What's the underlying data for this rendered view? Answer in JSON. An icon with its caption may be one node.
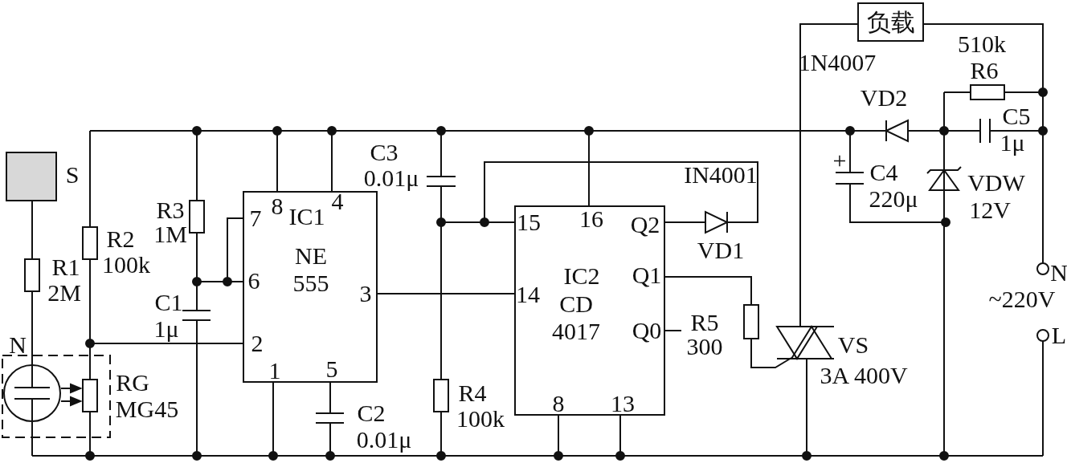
{
  "diagram": {
    "nodes": [
      {
        "text": [
          "负载"
        ]
      },
      {
        "text": [
          "IC1",
          "NE 555"
        ]
      },
      {
        "text": [
          "IC2",
          "CD 4017"
        ]
      }
    ],
    "edges": [
      {
        "from": 1,
        "to": 2,
        "arrow": "none"
      },
      {
        "from": 1,
        "to": 2,
        "arrow": "none"
      },
      {
        "from": 1,
        "to": 2,
        "arrow": "none"
      }
    ],
    "labels": [
      "S",
      "R1",
      "2M",
      "R2",
      "100k",
      "N",
      "RG",
      "MG45",
      "R3",
      "1M",
      "C1",
      "1μ",
      "7",
      "8",
      "4",
      "6",
      "3",
      "2",
      "1",
      "5",
      "C2",
      "0.01μ",
      "C3",
      "0.01μ",
      "R4",
      "100k",
      "15",
      "16",
      "Q2",
      "14",
      "Q1",
      "Q0",
      "8",
      "13",
      "IN4001",
      "VD1",
      "R5",
      "300",
      "1N4007",
      "VS",
      "3A 400V",
      "510k",
      "R6",
      "VD2",
      "C5",
      "1μ",
      "+",
      "C4",
      "220μ",
      "VDW",
      "12V",
      "N",
      "~220V",
      "L"
    ]
  }
}
